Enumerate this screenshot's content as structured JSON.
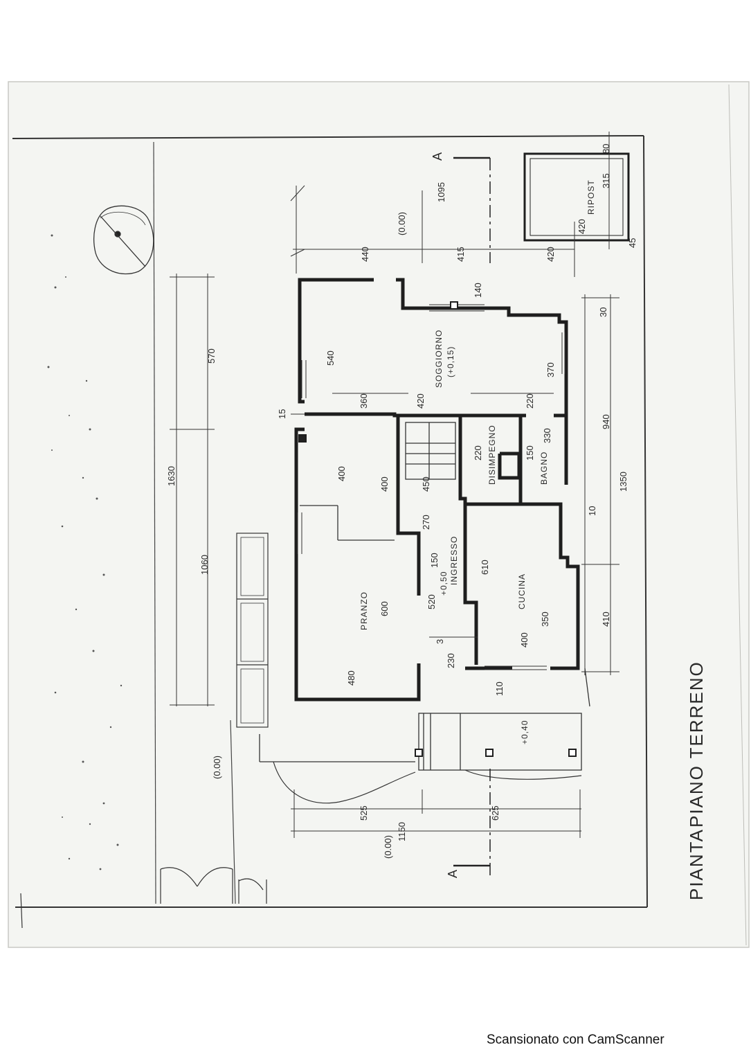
{
  "footer": "Scansionato con CamScanner",
  "title": {
    "word1": "PIANTA",
    "word2": "PIANO TERRENO"
  },
  "section_marker": {
    "top": "A",
    "bottom": "A"
  },
  "rooms": {
    "soggiorno": "SOGGIORNO",
    "soggiorno_level": "(+0,15)",
    "disimpegno": "DISIMPEGNO",
    "bagno": "BAGNO",
    "pranzo": "PRANZO",
    "ingresso": "INGRESSO",
    "ingresso_level": "+0,50",
    "cucina": "CUCINA",
    "ripost": "RIPOST",
    "portico_level": "+0,40"
  },
  "levels": {
    "top_left": "(0.00)",
    "garden_left": "(0.00)",
    "bottom_right": "(0.00)"
  },
  "dims": {
    "total_width": "1095",
    "d_440": "440",
    "d_415": "415",
    "d_420": "420",
    "ripost_420": "420",
    "ripost_315": "315",
    "ripost_80": "80",
    "ripost_45": "45",
    "s_140": "140",
    "s_540": "540",
    "s_360": "360",
    "s_420": "420",
    "s_220": "220",
    "s_370": "370",
    "s_30": "30",
    "c_15": "15",
    "c_220": "220",
    "c_150": "150",
    "c_330": "330",
    "p_400": "400",
    "p_400b": "400",
    "p_450": "450",
    "p_270": "270",
    "p_150": "150",
    "p_600": "600",
    "p_520": "520",
    "p_480": "480",
    "k_610": "610",
    "k_350": "350",
    "k_400": "400",
    "k_110": "110",
    "k_230": "230",
    "k_3": "3",
    "k_10": "10",
    "overall_1630": "1630",
    "part_570": "570",
    "part_1060": "1060",
    "right_940": "940",
    "right_1350": "1350",
    "right_410": "410",
    "bot_525": "525",
    "bot_625": "625",
    "bot_1150": "1150"
  }
}
